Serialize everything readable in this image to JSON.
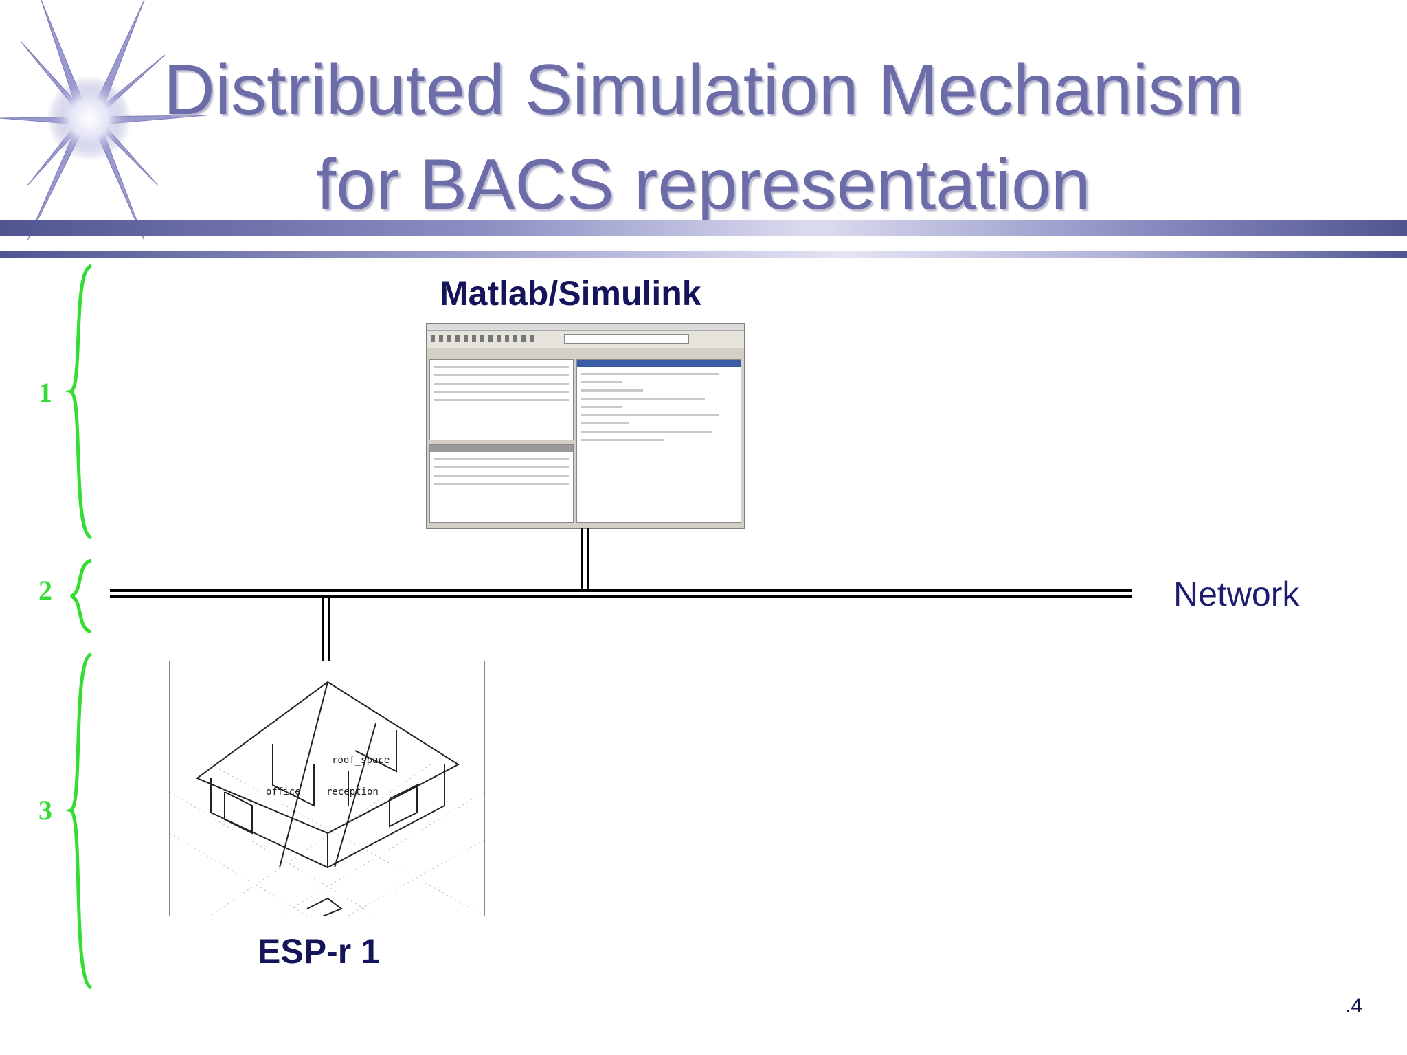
{
  "slide": {
    "title_line1": "Distributed Simulation Mechanism",
    "title_line2": "for BACS representation",
    "page_number": ".4"
  },
  "diagram": {
    "matlab_label": "Matlab/Simulink",
    "esp_label": "ESP-r 1",
    "network_label": "Network",
    "layer_numbers": [
      "1",
      "2",
      "3"
    ],
    "house_room_labels": [
      "roof_space",
      "office",
      "reception"
    ]
  },
  "colors": {
    "title": "#6b6ca8",
    "label": "#14145a",
    "brace": "#33dd33",
    "rule": "#5a5c96"
  }
}
